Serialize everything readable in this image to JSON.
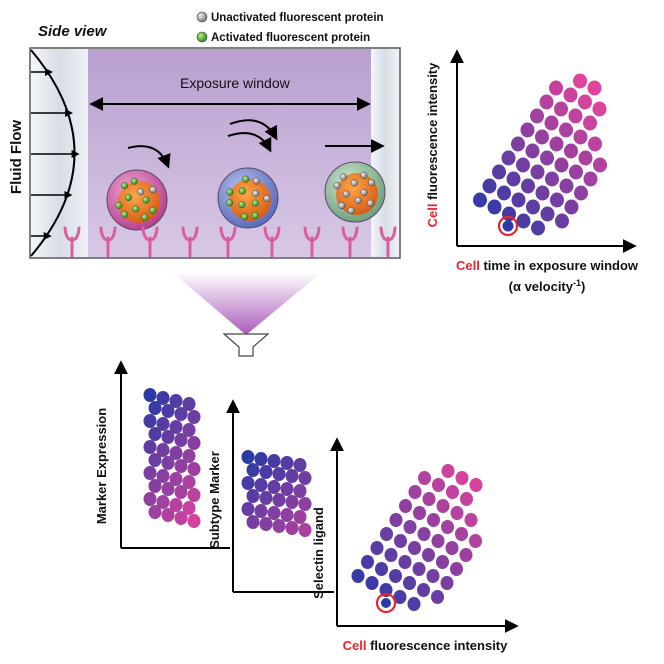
{
  "side_view": "Side view",
  "legend": {
    "unactivated": "Unactivated fluorescent protein",
    "activated": "Activated fluorescent protein"
  },
  "fluid_flow": "Fluid Flow",
  "exposure_window": "Exposure window",
  "top_plot": {
    "y_label_cell": "Cell",
    "y_label_rest": "fluorescence intensity",
    "x_label_cell": "Cell",
    "x_label_rest": "time in exposure window",
    "x_sub": "(α velocity",
    "x_sup": "-1",
    "x_close": ")"
  },
  "bottom_plots": {
    "marker_expression": "Marker Expression",
    "subtype_marker": "Subtype Marker",
    "selectin_ligand": "Selectin ligand",
    "x_label_cell": "Cell",
    "x_label_rest": "fluorescence intensity"
  },
  "colors": {
    "cell_red": "#e8232a",
    "dot_blue": "#2c3aa6",
    "dot_magenta": "#e0449c",
    "chamber": "#c9b3d9",
    "receptor": "#d85ea0"
  }
}
